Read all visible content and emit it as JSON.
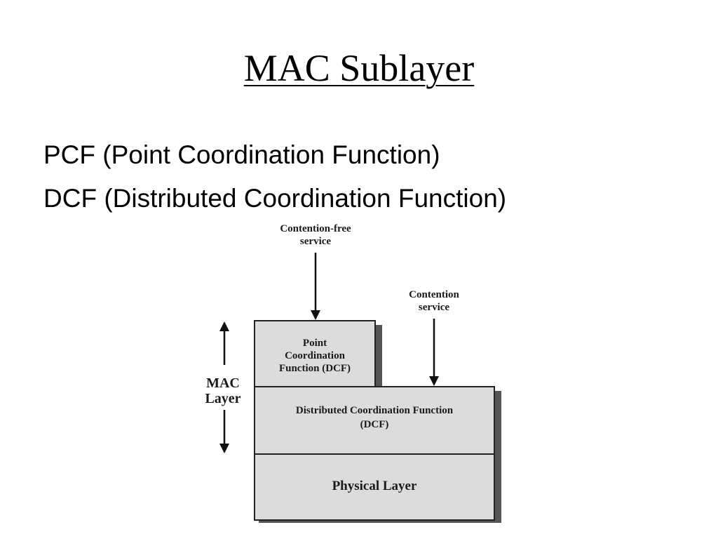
{
  "slide": {
    "title": "MAC Sublayer",
    "bullets": [
      "PCF (Point Coordination Function)",
      "DCF (Distributed Coordination Function)"
    ]
  },
  "diagram": {
    "contention_free_label": [
      "Contention-free",
      "service"
    ],
    "contention_label": [
      "Contention",
      "service"
    ],
    "mac_layer_label": [
      "MAC",
      "Layer"
    ],
    "pcf_box_label": [
      "Point",
      "Coordination",
      "Function (DCF)"
    ],
    "dcf_box_label": [
      "Distributed Coordination Function",
      "(DCF)"
    ],
    "physical_box_label": "Physical Layer",
    "colors": {
      "box_fill": "#dcdcdc",
      "box_stroke": "#222222",
      "shadow": "#555555",
      "arrow": "#111111"
    }
  }
}
